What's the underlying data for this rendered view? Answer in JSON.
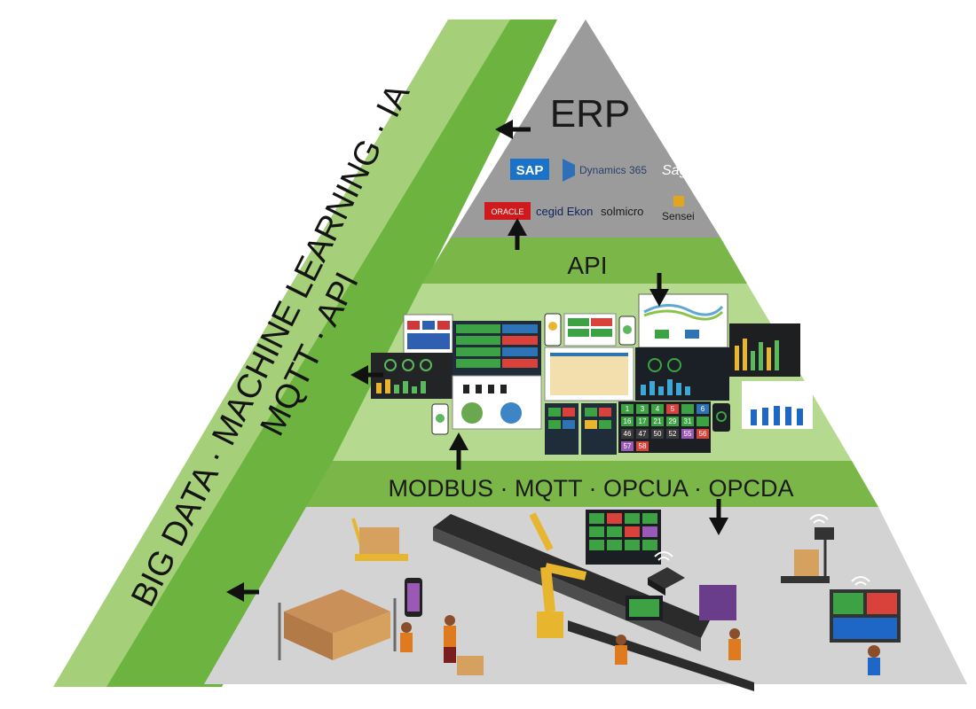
{
  "side_band": {
    "line1": "BIG DATA · MACHINE LEARNING · IA",
    "line2": "MQTT · API"
  },
  "erp": {
    "title": "ERP",
    "logos": [
      "SAP",
      "Dynamics 365",
      "Sage",
      "ORACLE",
      "cegid Ekon",
      "solmicro",
      "Sensei"
    ]
  },
  "api_band": {
    "label": "API"
  },
  "protocol_band": {
    "label": "MODBUS · MQTT · OPCUA · OPCDA"
  },
  "dashboard_tiles": {
    "numbers": [
      "1",
      "3",
      "4",
      "5",
      "6",
      "16",
      "17",
      "21",
      "29",
      "31",
      "46",
      "47",
      "50",
      "52",
      "55",
      "56",
      "57",
      "58"
    ]
  },
  "colors": {
    "band_light": "#a5cf78",
    "band_dark": "#6db33f",
    "erp_gray": "#9b9b9c",
    "dashboard_green": "#b5d98f",
    "factory_gray": "#d3d3d3",
    "arrow": "#111111"
  }
}
